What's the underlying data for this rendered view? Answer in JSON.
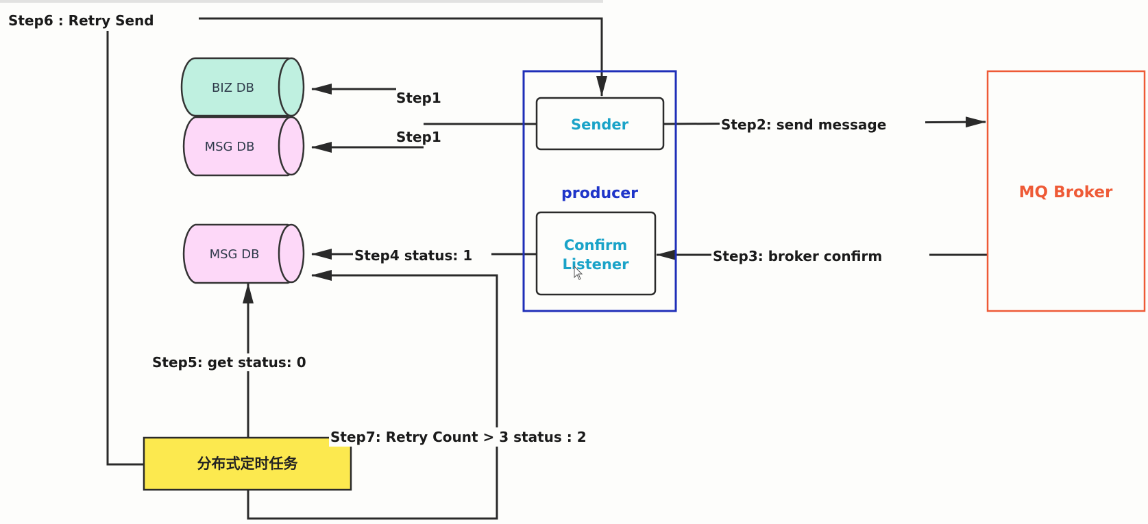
{
  "diagram": {
    "title": "Reliable message delivery flow",
    "colors": {
      "biz_db_fill": "#bff0e0",
      "msg_db_fill": "#fdd8f8",
      "producer_border": "#1f2fb8",
      "producer_label": "#1f35c9",
      "component_text": "#1aa3c8",
      "broker_border": "#ee5a36",
      "task_fill": "#fce94f"
    },
    "nodes": {
      "biz_db": "BIZ DB",
      "msg_db_top": "MSG DB",
      "msg_db_bottom": "MSG DB",
      "producer": "producer",
      "sender": "Sender",
      "confirm_listener_line1": "Confirm",
      "confirm_listener_line2": "Listener",
      "mq_broker": "MQ Broker",
      "scheduled_task": "分布式定时任务"
    },
    "edges": {
      "step1_biz": "Step1",
      "step1_msg": "Step1",
      "step2": "Step2:  send message",
      "step3": "Step3:  broker confirm",
      "step4": "Step4 status: 1",
      "step5": "Step5: get status:  0",
      "step6": "Step6 :  Retry Send",
      "step7": "Step7: Retry Count > 3 status : 2"
    }
  }
}
